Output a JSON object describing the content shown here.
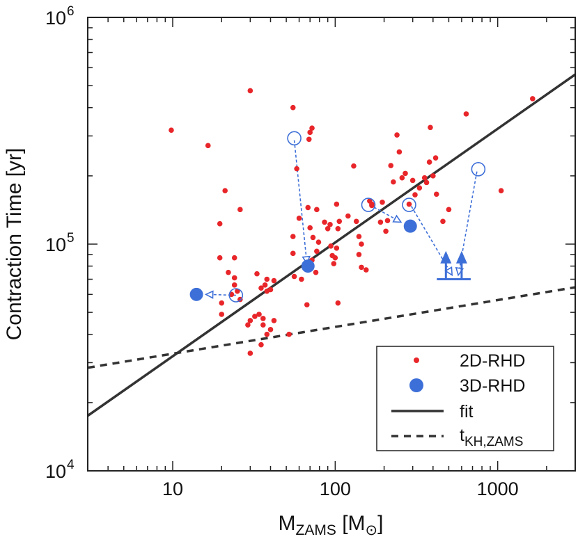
{
  "chart_data": {
    "type": "scatter",
    "xscale": "log",
    "yscale": "log",
    "xlim": [
      3,
      3000
    ],
    "ylim": [
      10000,
      1000000
    ],
    "grid": false,
    "legend_position": "bottom-right",
    "xlabel": {
      "main": "M",
      "sub": "ZAMS",
      "unit_open": " [M",
      "unit_sub": "⊙",
      "unit_close": "]"
    },
    "ylabel": "Contraction Time [yr]",
    "x_ticks": [
      {
        "value": 10,
        "label": "10"
      },
      {
        "value": 100,
        "label": "100"
      },
      {
        "value": 1000,
        "label": "1000"
      }
    ],
    "y_ticks": [
      {
        "value": 10000,
        "base": "10",
        "exp": "4"
      },
      {
        "value": 100000,
        "base": "10",
        "exp": "5"
      },
      {
        "value": 1000000,
        "base": "10",
        "exp": "6"
      }
    ],
    "legend": [
      {
        "key": "2d",
        "label": "2D-RHD",
        "sub": ""
      },
      {
        "key": "3d",
        "label": "3D-RHD",
        "sub": ""
      },
      {
        "key": "fit",
        "label": "fit",
        "sub": ""
      },
      {
        "key": "kh",
        "label": "t",
        "sub": "KH,ZAMS"
      }
    ],
    "colors": {
      "red": "#e8262a",
      "blue": "#3d6fd8",
      "line": "#333333",
      "frame": "#222222"
    },
    "series": [
      {
        "name": "2D-RHD",
        "marker": "small-dot",
        "points": [
          [
            9.8,
            318000
          ],
          [
            16.5,
            272000
          ],
          [
            21,
            172000
          ],
          [
            19.5,
            123000
          ],
          [
            19.5,
            87000
          ],
          [
            22,
            75000
          ],
          [
            24,
            71000
          ],
          [
            20,
            55000
          ],
          [
            20,
            49000
          ],
          [
            23,
            60000
          ],
          [
            25,
            62000
          ],
          [
            26,
            57000
          ],
          [
            24,
            66000
          ],
          [
            26,
            142000
          ],
          [
            30,
            475000
          ],
          [
            24,
            87000
          ],
          [
            30,
            46000
          ],
          [
            29,
            44000
          ],
          [
            32,
            48000
          ],
          [
            34,
            49000
          ],
          [
            36,
            47000
          ],
          [
            33,
            74000
          ],
          [
            35,
            64000
          ],
          [
            37,
            66000
          ],
          [
            38,
            70000
          ],
          [
            38,
            62000
          ],
          [
            40,
            63000
          ],
          [
            42,
            69000
          ],
          [
            36,
            44000
          ],
          [
            38,
            40000
          ],
          [
            40,
            42000
          ],
          [
            35,
            36000
          ],
          [
            30,
            33000
          ],
          [
            42,
            46000
          ],
          [
            52,
            40000
          ],
          [
            55,
            400000
          ],
          [
            58,
            215000
          ],
          [
            60,
            130000
          ],
          [
            55,
            108000
          ],
          [
            55,
            91000
          ],
          [
            56,
            72000
          ],
          [
            62,
            70000
          ],
          [
            67,
            54000
          ],
          [
            69,
            290000
          ],
          [
            70,
            311000
          ],
          [
            72,
            325000
          ],
          [
            68,
            145000
          ],
          [
            70,
            118000
          ],
          [
            73,
            107000
          ],
          [
            77,
            142000
          ],
          [
            79,
            102000
          ],
          [
            77,
            93000
          ],
          [
            72,
            85000
          ],
          [
            76,
            75000
          ],
          [
            86,
            125000
          ],
          [
            90,
            117000
          ],
          [
            94,
            98000
          ],
          [
            96,
            89000
          ],
          [
            98,
            82000
          ],
          [
            100,
            87000
          ],
          [
            102,
            96000
          ],
          [
            104,
            117000
          ],
          [
            106,
            126000
          ],
          [
            102,
            150000
          ],
          [
            93,
            122000
          ],
          [
            104,
            55000
          ],
          [
            130,
            221000
          ],
          [
            120,
            133000
          ],
          [
            140,
            108000
          ],
          [
            145,
            100000
          ],
          [
            140,
            90000
          ],
          [
            145,
            79000
          ],
          [
            155,
            77000
          ],
          [
            135,
            126000
          ],
          [
            163,
            155000
          ],
          [
            168,
            148000
          ],
          [
            190,
            125000
          ],
          [
            205,
            114000
          ],
          [
            195,
            153000
          ],
          [
            210,
            127000
          ],
          [
            220,
            222000
          ],
          [
            228,
            188000
          ],
          [
            240,
            303000
          ],
          [
            248,
            255000
          ],
          [
            258,
            196000
          ],
          [
            270,
            205000
          ],
          [
            300,
            191000
          ],
          [
            310,
            165000
          ],
          [
            330,
            177000
          ],
          [
            355,
            196000
          ],
          [
            365,
            187000
          ],
          [
            385,
            327000
          ],
          [
            380,
            230000
          ],
          [
            400,
            200000
          ],
          [
            415,
            240000
          ],
          [
            420,
            166000
          ],
          [
            460,
            126000
          ],
          [
            500,
            142000
          ],
          [
            640,
            375000
          ],
          [
            1050,
            172000
          ],
          [
            1640,
            438000
          ],
          [
            168,
            150000
          ],
          [
            285,
            150000
          ]
        ]
      },
      {
        "name": "3D-RHD",
        "marker": "large-dot",
        "points": [
          [
            14,
            60000
          ],
          [
            68,
            80000
          ],
          [
            290,
            120000
          ]
        ]
      }
    ],
    "highlighted": [
      [
        24.5,
        59500
      ],
      [
        56,
        293000
      ],
      [
        160,
        149000
      ],
      [
        285,
        149000
      ],
      [
        760,
        214000
      ]
    ],
    "arrows": [
      {
        "from": [
          24.5,
          59500
        ],
        "to": [
          16,
          60000
        ]
      },
      {
        "from": [
          56,
          287000
        ],
        "to": [
          67,
          82000
        ]
      },
      {
        "from": [
          163,
          149000
        ],
        "to": [
          254,
          125000
        ]
      },
      {
        "from": [
          294,
          147000
        ],
        "to": [
          524,
          73000
        ]
      },
      {
        "from": [
          745,
          209000
        ],
        "to": [
          572,
          73000
        ]
      }
    ],
    "lower_limits": [
      {
        "x": 480,
        "y": 70000,
        "up_to": 92000
      },
      {
        "x": 600,
        "y": 70000,
        "up_to": 92000
      }
    ],
    "lines": [
      {
        "name": "fit",
        "style": "solid",
        "points": [
          [
            3,
            17500
          ],
          [
            3000,
            560000
          ]
        ]
      },
      {
        "name": "tKH,ZAMS",
        "style": "dashed",
        "points": [
          [
            3,
            28500
          ],
          [
            3000,
            64500
          ]
        ]
      }
    ]
  }
}
